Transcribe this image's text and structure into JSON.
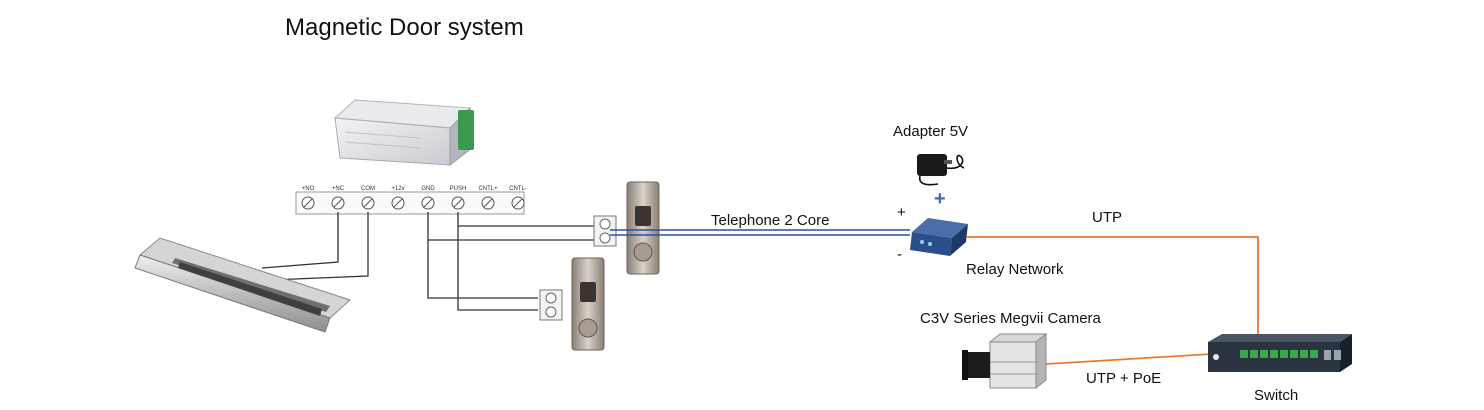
{
  "title": "Magnetic Door system",
  "labels": {
    "adapter": "Adapter 5V",
    "plus_sign": "+",
    "relay_plus": "+",
    "relay_minus": "-",
    "telephone": "Telephone 2 Core",
    "utp": "UTP",
    "relay": "Relay Network",
    "camera": "C3V Series Megvii Camera",
    "utp_poe": "UTP + PoE",
    "switch": "Switch"
  },
  "terminal_labels": [
    "+NO",
    "+NC",
    "COM",
    "+12v",
    "GND",
    "PUSH",
    "CNTL+",
    "CNTL-"
  ],
  "colors": {
    "telephone_wire": "#2c4f9e",
    "utp_wire": "#e87a30",
    "black_wire": "#333333",
    "plus_sign": "#3e6db5",
    "relay_body": "#2b4f8a",
    "switch_body": "#2a3340",
    "port_green": "#3aa84a",
    "controller_connector": "#3b9a50"
  },
  "icons": [
    "controller-box-icon",
    "magnetic-lock-icon",
    "exit-button-icon",
    "adapter-icon",
    "relay-network-icon",
    "camera-icon",
    "switch-icon"
  ]
}
